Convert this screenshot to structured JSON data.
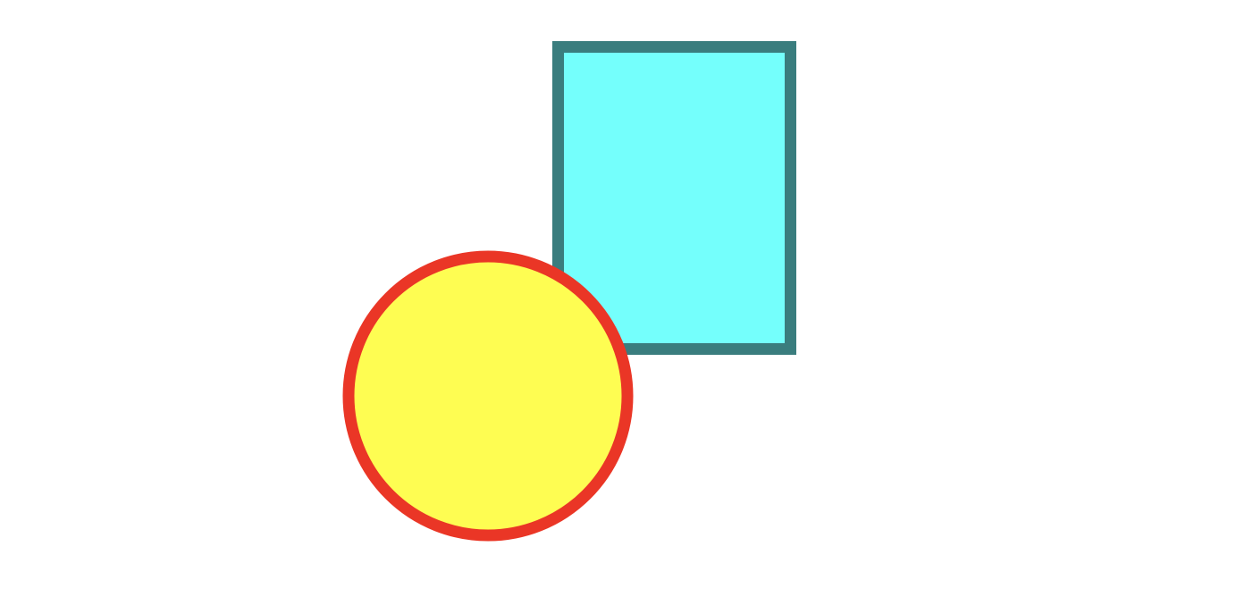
{
  "shapes": [
    {
      "kind": "rectangle",
      "name": "cyan-rectangle",
      "fill": "#74FFFC",
      "stroke": "#3A7D7E"
    },
    {
      "kind": "circle",
      "name": "yellow-circle",
      "fill": "#FEFD52",
      "stroke": "#EA3626"
    }
  ]
}
